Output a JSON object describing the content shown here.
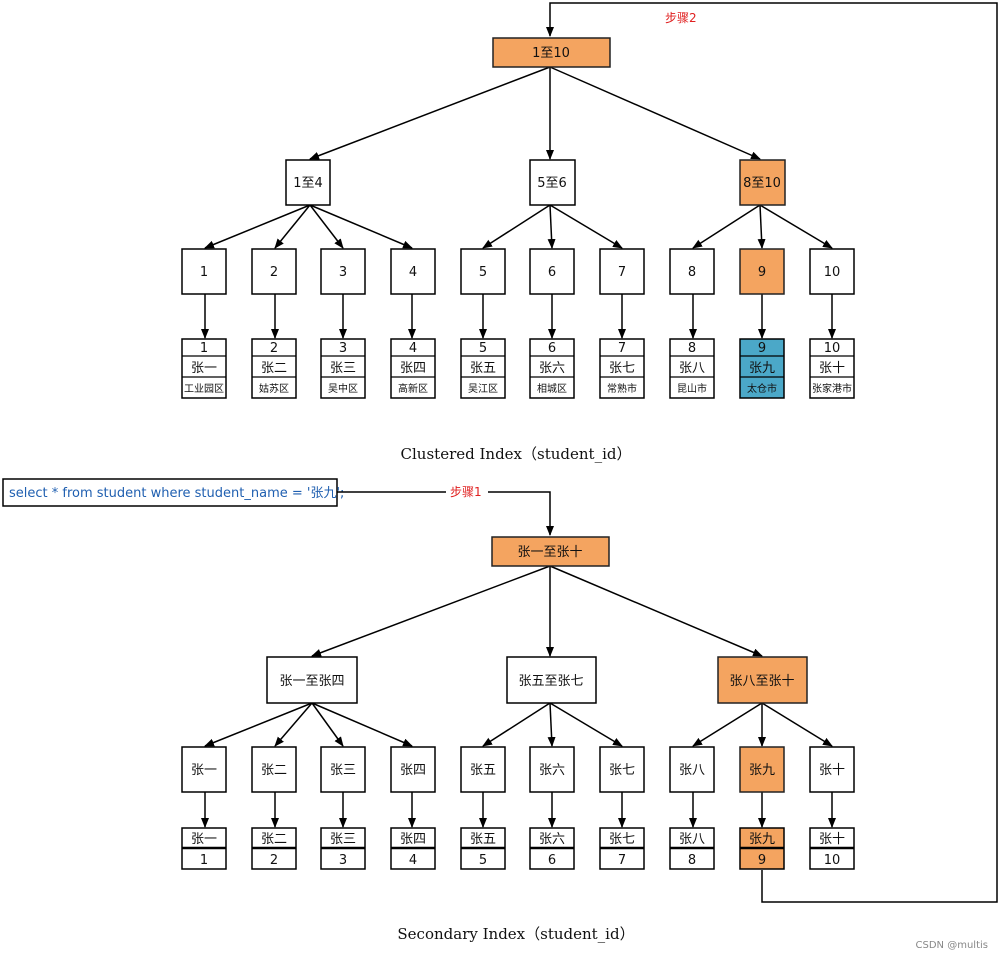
{
  "colors": {
    "highlight": "#f4a460",
    "highlight_border": "#222222",
    "found": "#4ba8c8",
    "step_label": "#e02020",
    "query_text": "#1f5fb0"
  },
  "clustered": {
    "root": "1至10",
    "level1": [
      "1至4",
      "5至6",
      "8至10"
    ],
    "level2": [
      "1",
      "2",
      "3",
      "4",
      "5",
      "6",
      "7",
      "8",
      "9",
      "10"
    ],
    "leaves": [
      {
        "id": "1",
        "name": "张一",
        "city": "工业园区"
      },
      {
        "id": "2",
        "name": "张二",
        "city": "姑苏区"
      },
      {
        "id": "3",
        "name": "张三",
        "city": "吴中区"
      },
      {
        "id": "4",
        "name": "张四",
        "city": "高新区"
      },
      {
        "id": "5",
        "name": "张五",
        "city": "吴江区"
      },
      {
        "id": "6",
        "name": "张六",
        "city": "相城区"
      },
      {
        "id": "7",
        "name": "张七",
        "city": "常熟市"
      },
      {
        "id": "8",
        "name": "张八",
        "city": "昆山市"
      },
      {
        "id": "9",
        "name": "张九",
        "city": "太仓市"
      },
      {
        "id": "10",
        "name": "张十",
        "city": "张家港市"
      }
    ],
    "caption": "Clustered Index（student_id）"
  },
  "secondary": {
    "root": "张一至张十",
    "level1": [
      "张一至张四",
      "张五至张七",
      "张八至张十"
    ],
    "level2": [
      "张一",
      "张二",
      "张三",
      "张四",
      "张五",
      "张六",
      "张七",
      "张八",
      "张九",
      "张十"
    ],
    "leaves": [
      {
        "name": "张一",
        "id": "1"
      },
      {
        "name": "张二",
        "id": "2"
      },
      {
        "name": "张三",
        "id": "3"
      },
      {
        "name": "张四",
        "id": "4"
      },
      {
        "name": "张五",
        "id": "5"
      },
      {
        "name": "张六",
        "id": "6"
      },
      {
        "name": "张七",
        "id": "7"
      },
      {
        "name": "张八",
        "id": "8"
      },
      {
        "name": "张九",
        "id": "9"
      },
      {
        "name": "张十",
        "id": "10"
      }
    ],
    "caption": "Secondary Index（student_id）"
  },
  "query": "select * from student where student_name = '张九';",
  "steps": {
    "step1": "步骤1",
    "step2": "步骤2"
  },
  "credit": "CSDN @multis"
}
